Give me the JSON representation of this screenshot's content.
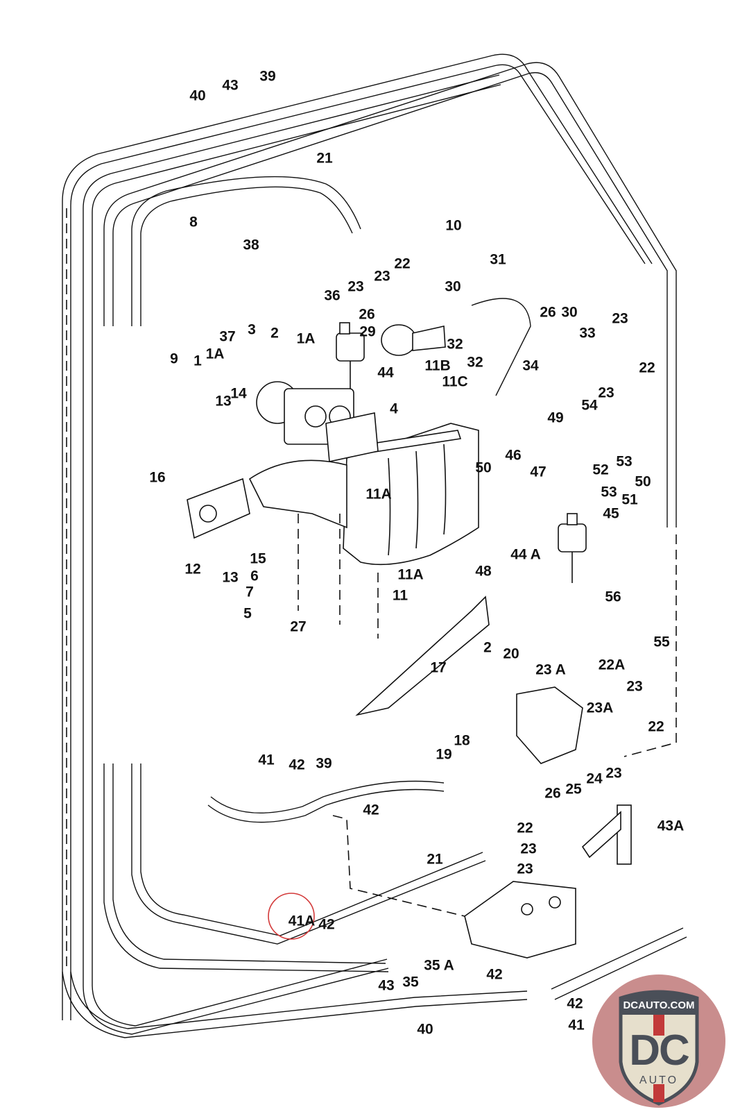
{
  "diagram": {
    "title": "Fuel injection / intake manifold exploded parts diagram",
    "highlight_color": "#d33a3a",
    "highlighted_part": "41A",
    "labels": [
      {
        "id": "40a",
        "text": "40"
      },
      {
        "id": "43a",
        "text": "43"
      },
      {
        "id": "39a",
        "text": "39"
      },
      {
        "id": "21a",
        "text": "21"
      },
      {
        "id": "8",
        "text": "8"
      },
      {
        "id": "10",
        "text": "10"
      },
      {
        "id": "38",
        "text": "38"
      },
      {
        "id": "36",
        "text": "36"
      },
      {
        "id": "23a",
        "text": "23"
      },
      {
        "id": "23b",
        "text": "23"
      },
      {
        "id": "22a",
        "text": "22"
      },
      {
        "id": "31",
        "text": "31"
      },
      {
        "id": "30a",
        "text": "30"
      },
      {
        "id": "26a",
        "text": "26"
      },
      {
        "id": "29",
        "text": "29"
      },
      {
        "id": "32a",
        "text": "32"
      },
      {
        "id": "37",
        "text": "37"
      },
      {
        "id": "3",
        "text": "3"
      },
      {
        "id": "2a",
        "text": "2"
      },
      {
        "id": "1Aa",
        "text": "1A"
      },
      {
        "id": "1Ab",
        "text": "1A"
      },
      {
        "id": "1",
        "text": "1"
      },
      {
        "id": "44",
        "text": "44"
      },
      {
        "id": "11B",
        "text": "11B"
      },
      {
        "id": "11C",
        "text": "11C"
      },
      {
        "id": "32b",
        "text": "32"
      },
      {
        "id": "34",
        "text": "34"
      },
      {
        "id": "26b",
        "text": "26"
      },
      {
        "id": "30b",
        "text": "30"
      },
      {
        "id": "33",
        "text": "33"
      },
      {
        "id": "23c",
        "text": "23"
      },
      {
        "id": "22b",
        "text": "22"
      },
      {
        "id": "23d",
        "text": "23"
      },
      {
        "id": "9",
        "text": "9"
      },
      {
        "id": "13a",
        "text": "13"
      },
      {
        "id": "14",
        "text": "14"
      },
      {
        "id": "4",
        "text": "4"
      },
      {
        "id": "54",
        "text": "54"
      },
      {
        "id": "49",
        "text": "49"
      },
      {
        "id": "52",
        "text": "52"
      },
      {
        "id": "53a",
        "text": "53"
      },
      {
        "id": "16",
        "text": "16"
      },
      {
        "id": "11Aa",
        "text": "11A"
      },
      {
        "id": "50a",
        "text": "50"
      },
      {
        "id": "46",
        "text": "46"
      },
      {
        "id": "47",
        "text": "47"
      },
      {
        "id": "53b",
        "text": "53"
      },
      {
        "id": "50b",
        "text": "50"
      },
      {
        "id": "51",
        "text": "51"
      },
      {
        "id": "45",
        "text": "45"
      },
      {
        "id": "12",
        "text": "12"
      },
      {
        "id": "15",
        "text": "15"
      },
      {
        "id": "13b",
        "text": "13"
      },
      {
        "id": "44A",
        "text": "44 A"
      },
      {
        "id": "48",
        "text": "48"
      },
      {
        "id": "11Ab",
        "text": "11A"
      },
      {
        "id": "11",
        "text": "11"
      },
      {
        "id": "6",
        "text": "6"
      },
      {
        "id": "7",
        "text": "7"
      },
      {
        "id": "5",
        "text": "5"
      },
      {
        "id": "27",
        "text": "27"
      },
      {
        "id": "56",
        "text": "56"
      },
      {
        "id": "2b",
        "text": "2"
      },
      {
        "id": "20",
        "text": "20"
      },
      {
        "id": "55",
        "text": "55"
      },
      {
        "id": "17",
        "text": "17"
      },
      {
        "id": "23Aa",
        "text": "23 A"
      },
      {
        "id": "22A",
        "text": "22A"
      },
      {
        "id": "23e",
        "text": "23"
      },
      {
        "id": "23Ab",
        "text": "23A"
      },
      {
        "id": "22c",
        "text": "22"
      },
      {
        "id": "18",
        "text": "18"
      },
      {
        "id": "19",
        "text": "19"
      },
      {
        "id": "26c",
        "text": "26"
      },
      {
        "id": "25",
        "text": "25"
      },
      {
        "id": "24",
        "text": "24"
      },
      {
        "id": "23f",
        "text": "23"
      },
      {
        "id": "41a",
        "text": "41"
      },
      {
        "id": "42a",
        "text": "42"
      },
      {
        "id": "39b",
        "text": "39"
      },
      {
        "id": "42b",
        "text": "42"
      },
      {
        "id": "22d",
        "text": "22"
      },
      {
        "id": "23g",
        "text": "23"
      },
      {
        "id": "43A",
        "text": "43A"
      },
      {
        "id": "21b",
        "text": "21"
      },
      {
        "id": "23h",
        "text": "23"
      },
      {
        "id": "41A",
        "text": "41A"
      },
      {
        "id": "42c",
        "text": "42"
      },
      {
        "id": "35A",
        "text": "35 A"
      },
      {
        "id": "43b",
        "text": "43"
      },
      {
        "id": "35",
        "text": "35"
      },
      {
        "id": "42d",
        "text": "42"
      },
      {
        "id": "42e",
        "text": "42"
      },
      {
        "id": "41b",
        "text": "41"
      },
      {
        "id": "40b",
        "text": "40"
      }
    ]
  },
  "watermark": {
    "site": "DCAUTO.COM",
    "mark": "DC",
    "sub": "AUTO"
  }
}
